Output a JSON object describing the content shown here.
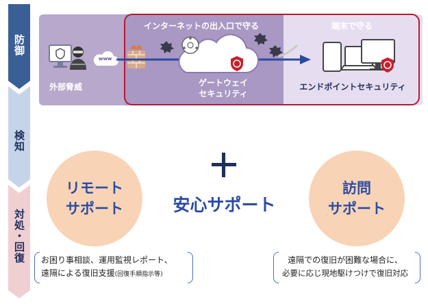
{
  "phases": [
    {
      "label": "防御",
      "color": "#3a5f96"
    },
    {
      "label": "検知",
      "color": "#c6d4ea"
    },
    {
      "label": "対処・回復",
      "color": "#f0cfd3"
    }
  ],
  "top_panel": {
    "gateway_header": "インターネットの出入口で守る",
    "endpoint_header": "端末で守る",
    "external_threat": "外部脅威",
    "www_label": "www",
    "gateway_security": [
      "ゲートウェイ",
      "セキュリティ"
    ],
    "endpoint_security": "エンドポイントセキュリティ",
    "colors": {
      "outer": "#b8a8cc",
      "mid": "#a898c3",
      "right": "#e6def0",
      "frame": "#b5192f",
      "arrow": "#2a4aa0"
    }
  },
  "support": {
    "remote": "リモート\nサポート",
    "visit": "訪問\nサポート",
    "plus": "＋",
    "title": "安心サポート",
    "remote_note": {
      "line1": "お困り事相談、運用監視レポート、",
      "line2_main": "遠隔による復旧支援",
      "line2_small": "(回復手順指示等)"
    },
    "visit_note": {
      "line1": "遠隔での復旧が困難な場合に、",
      "line2": "必要に応じ現地駆けつけで復旧対応"
    }
  }
}
